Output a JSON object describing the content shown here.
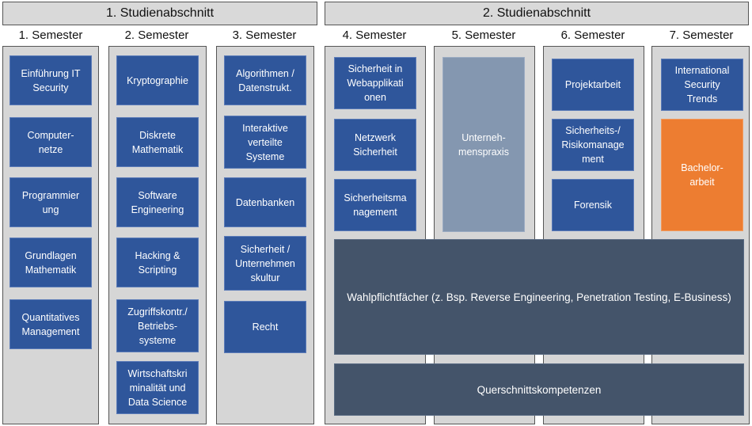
{
  "phases": [
    {
      "label": "1. Studienabschnitt"
    },
    {
      "label": "2. Studienabschnitt"
    }
  ],
  "semesters": [
    {
      "label": "1. Semester",
      "modules": [
        "Einführung IT\nSecurity",
        "Computer-\nnetze",
        "Programmier\nung",
        "Grundlagen\nMathematik",
        "Quantitatives\nManagement"
      ]
    },
    {
      "label": "2. Semester",
      "modules": [
        "Kryptographie",
        "Diskrete\nMathematik",
        "Software\nEngineering",
        "Hacking &\nScripting",
        "Zugriffskontr./\nBetriebs-\nsysteme",
        "Wirtschaftskri\nminalität und\nData Science"
      ]
    },
    {
      "label": "3. Semester",
      "modules": [
        "Algorithmen /\nDatenstrukt.",
        "Interaktive\nverteilte\nSysteme",
        "Datenbanken",
        "Sicherheit /\nUnternehmen\nskultur",
        "Recht"
      ]
    },
    {
      "label": "4. Semester",
      "modules": [
        "Sicherheit in\nWebapplikati\nonen",
        "Netzwerk\nSicherheit",
        "Sicherheitsma\nnagement"
      ]
    },
    {
      "label": "5. Semester",
      "modules": [
        "Unterneh-\nmenspraxis"
      ]
    },
    {
      "label": "6. Semester",
      "modules": [
        "Projektarbeit",
        "Sicherheits-/\nRisikomanage\nment",
        "Forensik"
      ]
    },
    {
      "label": "7. Semester",
      "modules": [
        "International\nSecurity\nTrends",
        "Bachelor-\narbeit"
      ]
    }
  ],
  "bands": {
    "electives": "Wahlpflichtfächer (z. Bsp. Reverse Engineering, Penetration Testing, E-Business)",
    "cross": "Querschnittskompetenzen"
  },
  "colors": {
    "module": "#2f569b",
    "practice": "#8497b0",
    "thesis": "#ed7d31",
    "band": "#44546a",
    "column": "#d6d6d6"
  }
}
